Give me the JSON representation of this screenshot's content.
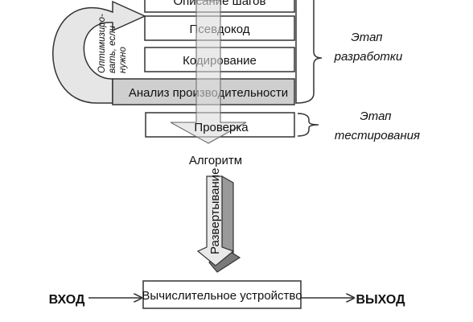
{
  "diagram": {
    "steps": [
      "Описание шагов",
      "Псевдокод",
      "Кодирование",
      "Анализ производительности",
      "Проверка"
    ],
    "loop_label": [
      "Оптимизиро-",
      "вать, если",
      "нужно"
    ],
    "stage_development": [
      "Этап",
      "разработки"
    ],
    "stage_testing": [
      "Этап",
      "тестирования"
    ],
    "result": "Алгоритм",
    "deployment": "Развертывание",
    "input": "ВХОД",
    "device": "Вычислительное устройство",
    "output": "ВЫХОД"
  },
  "colors": {
    "line": "#333333",
    "box_fill": "#ffffff",
    "dark_box_fill": "#cfcfcf",
    "arrow_fill": "#e6e6e6",
    "deploy_front": "#e9e9e9",
    "deploy_side": "#9a9a9a"
  }
}
